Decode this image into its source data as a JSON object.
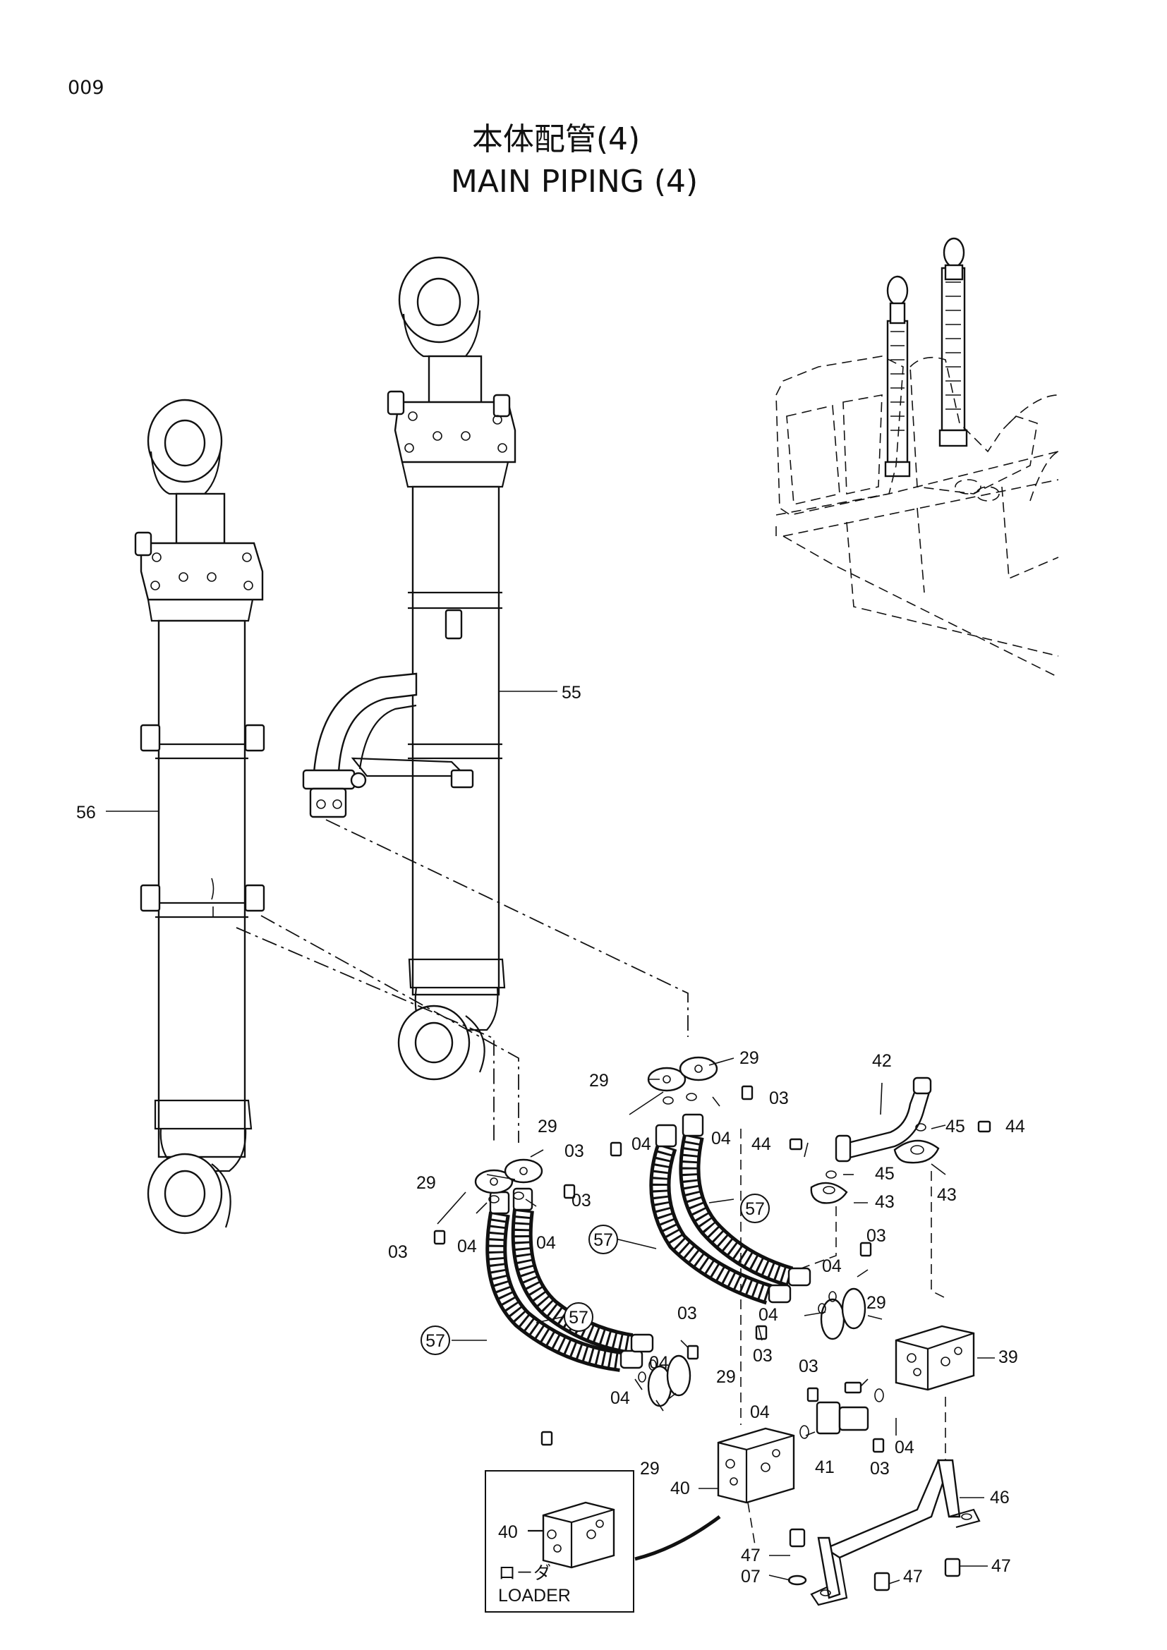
{
  "header": {
    "page_number": "009",
    "title_jp": "本体配管(4)",
    "title_en": "MAIN   PIPING (4)"
  },
  "inset": {
    "label_jp": "ロ－ダ",
    "label_en": "LOADER",
    "part_label": "40"
  },
  "callouts": {
    "c55": "55",
    "c56": "56",
    "c42": "42",
    "c45a": "45",
    "c44a": "44",
    "c44b": "44",
    "c45b": "45",
    "c43a": "43",
    "c43b": "43",
    "c29a": "29",
    "c29b": "29",
    "c03a": "03",
    "c04a": "04",
    "c04b": "04",
    "c03b": "03",
    "c29c": "29",
    "c29d": "29",
    "c03c": "03",
    "c03d": "03",
    "c04c": "04",
    "c04d": "04",
    "c57a": "57",
    "c57b": "57",
    "c57c": "57",
    "c57d": "57",
    "c03e": "03",
    "c04e": "04",
    "c04f": "04",
    "c29e": "29",
    "c03f": "03",
    "c39": "39",
    "c03g": "03",
    "c04g": "04",
    "c04h": "04",
    "c29f": "29",
    "c03h": "03",
    "c04i": "04",
    "c29g": "29",
    "c40": "40",
    "c41": "41",
    "c03i": "03",
    "c04j": "04",
    "c46": "46",
    "c47a": "47",
    "c07": "07",
    "c47b": "47",
    "c47c": "47"
  }
}
